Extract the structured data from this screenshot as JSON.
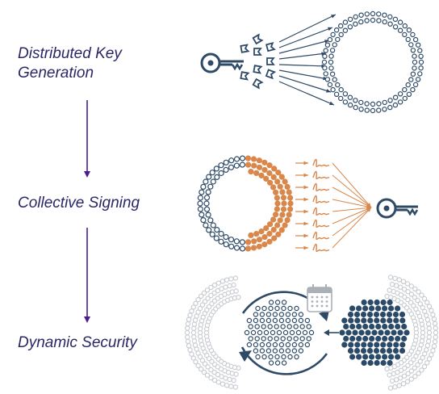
{
  "steps": [
    {
      "label": "Distributed Key\nGeneration"
    },
    {
      "label": "Collective Signing"
    },
    {
      "label": "Dynamic Security"
    }
  ],
  "colors": {
    "label_text": "#2a2766",
    "connector_arrow": "#4b1d8c",
    "navy": "#2e4a66",
    "orange": "#d9874a",
    "light_gray": "#c9cdd2",
    "dark_fill": "#2b4a68"
  },
  "icons": [
    "key-icon",
    "key-fragment-icon",
    "signature-icon",
    "calendar-icon",
    "rotation-arrows-icon"
  ]
}
